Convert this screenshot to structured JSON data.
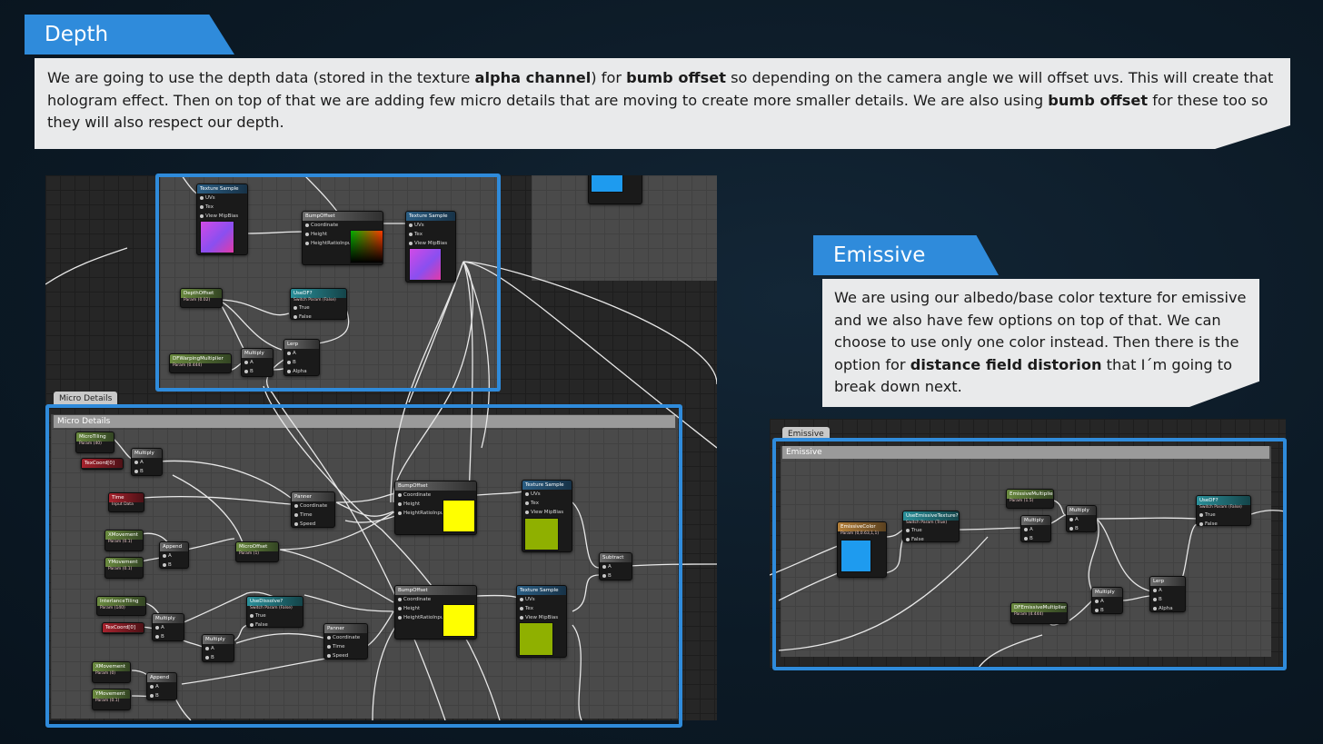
{
  "depth": {
    "title": "Depth",
    "description_parts": [
      "We are going to use the depth data (stored in the texture ",
      "alpha channel",
      ") for ",
      "bumb offset",
      " so depending on the camera angle we will offset uvs. This will create that hologram effect. Then on top of that we are adding few micro details that are moving  to create more smaller details. We are also using ",
      "bumb offset",
      " for these too so they will also respect our depth."
    ]
  },
  "emissive": {
    "title": "Emissive",
    "description_parts": [
      "We are using our albedo/base color texture for emissive and we also have few options on top of that. We can choose to use only one color instead. Then there is the option for ",
      "distance field distorion",
      " that I´m going to break down next."
    ]
  },
  "graph_main": {
    "comment_tab": "Micro Details",
    "comment_header": "Micro Details",
    "nodes": {
      "texture_sample_1": {
        "title": "Texture Sample",
        "pins": [
          "UVs",
          "Tex",
          "View MipBias"
        ]
      },
      "bump_offset_1": {
        "title": "BumpOffset",
        "pins": [
          "Coordinate",
          "Height",
          "HeightRatioInput"
        ]
      },
      "texture_sample_2": {
        "title": "Texture Sample",
        "pins": [
          "UVs",
          "Tex",
          "View MipBias"
        ]
      },
      "depth_offset": {
        "title": "DepthOffset",
        "sub": "Param (0.02)"
      },
      "use_df": {
        "title": "UseDF?",
        "sub": "Switch Param (False)",
        "pins": [
          "True",
          "False"
        ]
      },
      "lerp": {
        "title": "Lerp",
        "pins": [
          "A",
          "B",
          "Alpha"
        ]
      },
      "df_warping": {
        "title": "DFWarpingMultiplier",
        "sub": "Param (0.444)"
      },
      "multiply_1": {
        "title": "Multiply",
        "pins": [
          "A",
          "B"
        ]
      },
      "micro_tiling": {
        "title": "MicroTiling",
        "sub": "Param (40)"
      },
      "texcoord_1": {
        "title": "TexCoord[0]"
      },
      "multiply_2": {
        "title": "Multiply",
        "pins": [
          "A",
          "B"
        ]
      },
      "time": {
        "title": "Time",
        "sub": "Input Data"
      },
      "panner_1": {
        "title": "Panner",
        "pins": [
          "Coordinate",
          "Time",
          "Speed"
        ]
      },
      "bump_offset_2": {
        "title": "BumpOffset",
        "pins": [
          "Coordinate",
          "Height",
          "HeightRatioInput"
        ]
      },
      "texture_sample_3": {
        "title": "Texture Sample",
        "pins": [
          "UVs",
          "Tex",
          "View MipBias"
        ]
      },
      "x_movement_1": {
        "title": "XMovement",
        "sub": "Param (0.1)"
      },
      "y_movement_1": {
        "title": "YMovement",
        "sub": "Param (0.1)"
      },
      "append_1": {
        "title": "Append",
        "pins": [
          "A",
          "B"
        ]
      },
      "micro_offset": {
        "title": "MicroOffset",
        "sub": "Param (1)"
      },
      "subtract": {
        "title": "Subtract",
        "pins": [
          "A",
          "B"
        ]
      },
      "interlance_tiling": {
        "title": "InterlanceTiling",
        "sub": "Param (140)"
      },
      "texcoord_2": {
        "title": "TexCoord[0]"
      },
      "multiply_3": {
        "title": "Multiply",
        "pins": [
          "A",
          "B"
        ]
      },
      "use_dissolve": {
        "title": "UseDissolve?",
        "sub": "Switch Param (False)",
        "pins": [
          "True",
          "False"
        ]
      },
      "multiply_4": {
        "title": "Multiply",
        "pins": [
          "A",
          "B"
        ]
      },
      "panner_2": {
        "title": "Panner",
        "pins": [
          "Coordinate",
          "Time",
          "Speed"
        ]
      },
      "bump_offset_3": {
        "title": "BumpOffset",
        "pins": [
          "Coordinate",
          "Height",
          "HeightRatioInput"
        ]
      },
      "texture_sample_4": {
        "title": "Texture Sample",
        "pins": [
          "UVs",
          "Tex",
          "View MipBias"
        ]
      },
      "x_movement_2": {
        "title": "XMovement",
        "sub": "Param (0)"
      },
      "y_movement_2": {
        "title": "YMovement",
        "sub": "Param (0.1)"
      },
      "append_2": {
        "title": "Append",
        "pins": [
          "A",
          "B"
        ]
      }
    }
  },
  "graph_emissive": {
    "comment_tab": "Emissive",
    "comment_header": "Emissive",
    "nodes": {
      "emissive_color": {
        "title": "EmissiveColor",
        "sub": "Param (0,0.63,1,1)"
      },
      "use_emissive_texture": {
        "title": "UseEmissiveTexture?",
        "sub": "Switch Param (True)",
        "pins": [
          "True",
          "False"
        ]
      },
      "emissive_multiplier": {
        "title": "EmissiveMultiplier",
        "sub": "Param (1.5)"
      },
      "multiply_a": {
        "title": "Multiply",
        "pins": [
          "A",
          "B"
        ]
      },
      "multiply_b": {
        "title": "Multiply",
        "pins": [
          "A",
          "B"
        ]
      },
      "use_df": {
        "title": "UseDF?",
        "sub": "Switch Param (False)",
        "pins": [
          "True",
          "False"
        ]
      },
      "multiply_c": {
        "title": "Multiply",
        "pins": [
          "A",
          "B"
        ]
      },
      "lerp": {
        "title": "Lerp",
        "pins": [
          "A",
          "B",
          "Alpha"
        ]
      },
      "df_emissive_multiplier": {
        "title": "DFEmissiveMultiplier",
        "sub": "Param (4.444)"
      }
    }
  },
  "colors": {
    "accent": "#2f8bdb",
    "swatch_blue": "#1e9bef",
    "swatch_yellow": "#ffff00",
    "swatch_olive": "#8fb000"
  }
}
